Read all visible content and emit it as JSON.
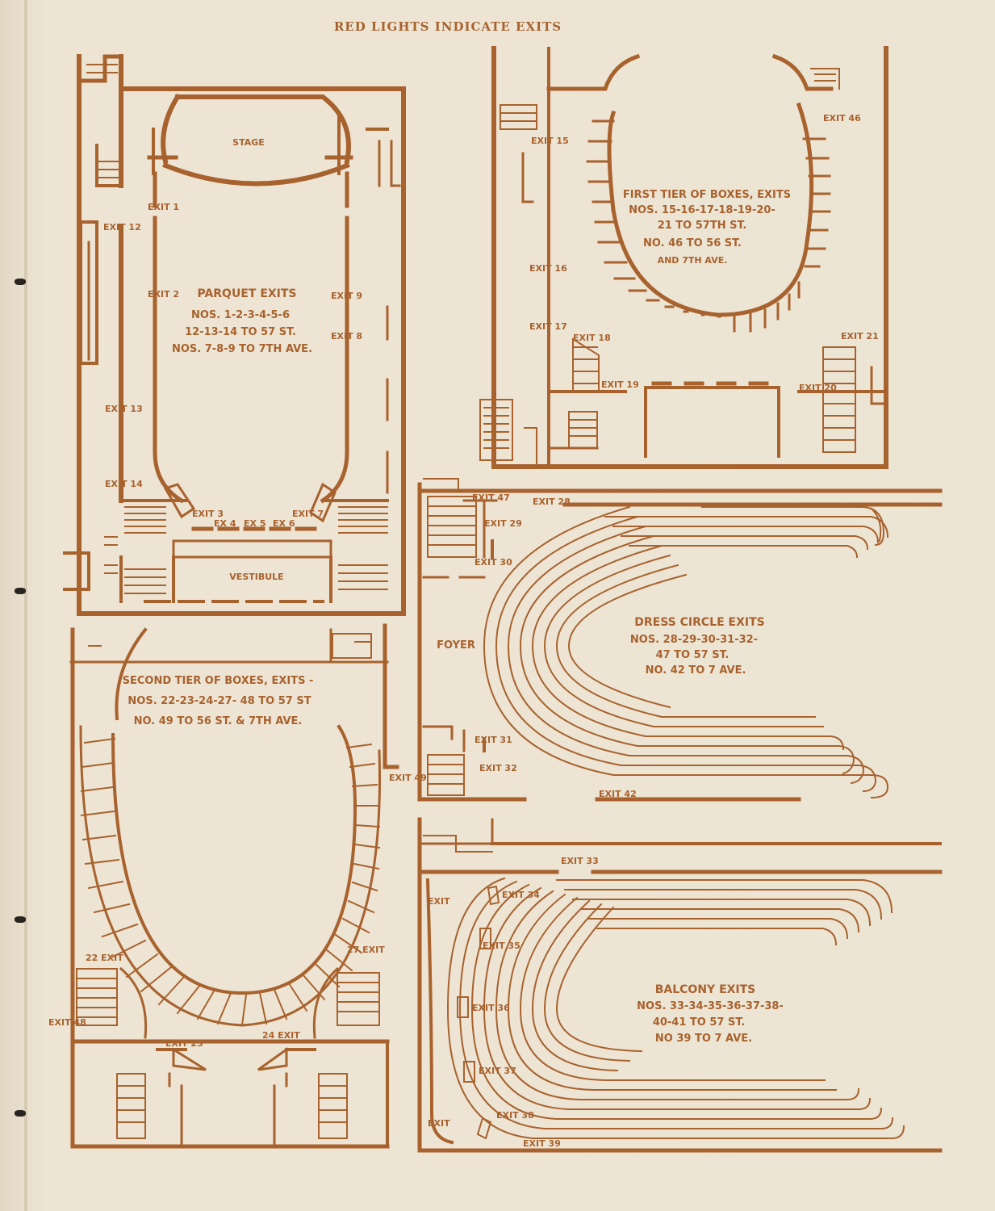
{
  "title": "RED LIGHTS INDICATE EXITS",
  "colors": {
    "ink": "#a8622e",
    "paper": "#ede4d3"
  },
  "parquet": {
    "stage": "STAGE",
    "vestibule": "VESTIBULE",
    "heading": "PARQUET EXITS",
    "line1": "NOS. 1-2-3-4-5-6",
    "line2": "12-13-14 TO 57 ST.",
    "line3": "NOS. 7-8-9 TO 7TH AVE.",
    "exits": [
      "EXIT 1",
      "EXIT 2",
      "EXIT 3",
      "EX 4",
      "EX 5",
      "EX 6",
      "EXIT 7",
      "EXIT 8",
      "EXIT 9",
      "EXIT 12",
      "EXIT 13",
      "EXIT 14"
    ]
  },
  "first_tier": {
    "heading": "FIRST TIER OF BOXES, EXITS",
    "line1": "NOS. 15-16-17-18-19-20-",
    "line2": "21 TO 57TH ST.",
    "line3": "NO. 46 TO 56 ST.",
    "line4": "AND 7TH AVE.",
    "exits": [
      "EXIT 15",
      "EXIT 16",
      "EXIT 17",
      "EXIT 18",
      "EXIT 19",
      "EXIT 20",
      "EXIT 21",
      "EXIT 46"
    ]
  },
  "second_tier": {
    "heading": "SECOND TIER OF BOXES, EXITS -",
    "line1": "NOS. 22-23-24-27- 48 TO 57 ST",
    "line2": "NO. 49 TO 56 ST. & 7TH AVE.",
    "exits": [
      "22 EXIT",
      "EXIT 23",
      "24 EXIT",
      "27 EXIT",
      "EXIT 48",
      "EXIT 49"
    ]
  },
  "dress_circle": {
    "foyer": "FOYER",
    "heading": "DRESS CIRCLE EXITS",
    "line1": "NOS. 28-29-30-31-32-",
    "line2": "47 TO 57 ST.",
    "line3": "NO. 42 TO 7 AVE.",
    "exits": [
      "EXIT 47",
      "EXIT 28",
      "EXIT 29",
      "EXIT 30",
      "EXIT 31",
      "EXIT 32",
      "EXIT 42"
    ]
  },
  "balcony": {
    "heading": "BALCONY EXITS",
    "line1": "NOS. 33-34-35-36-37-38-",
    "line2": "40-41 TO 57 ST.",
    "line3": "NO 39 TO 7 AVE.",
    "exits": [
      "EXIT 33",
      "EXIT",
      "EXIT 34",
      "EXIT 35",
      "EXIT 36",
      "EXIT 37",
      "EXIT 38",
      "EXIT",
      "EXIT 39"
    ]
  }
}
